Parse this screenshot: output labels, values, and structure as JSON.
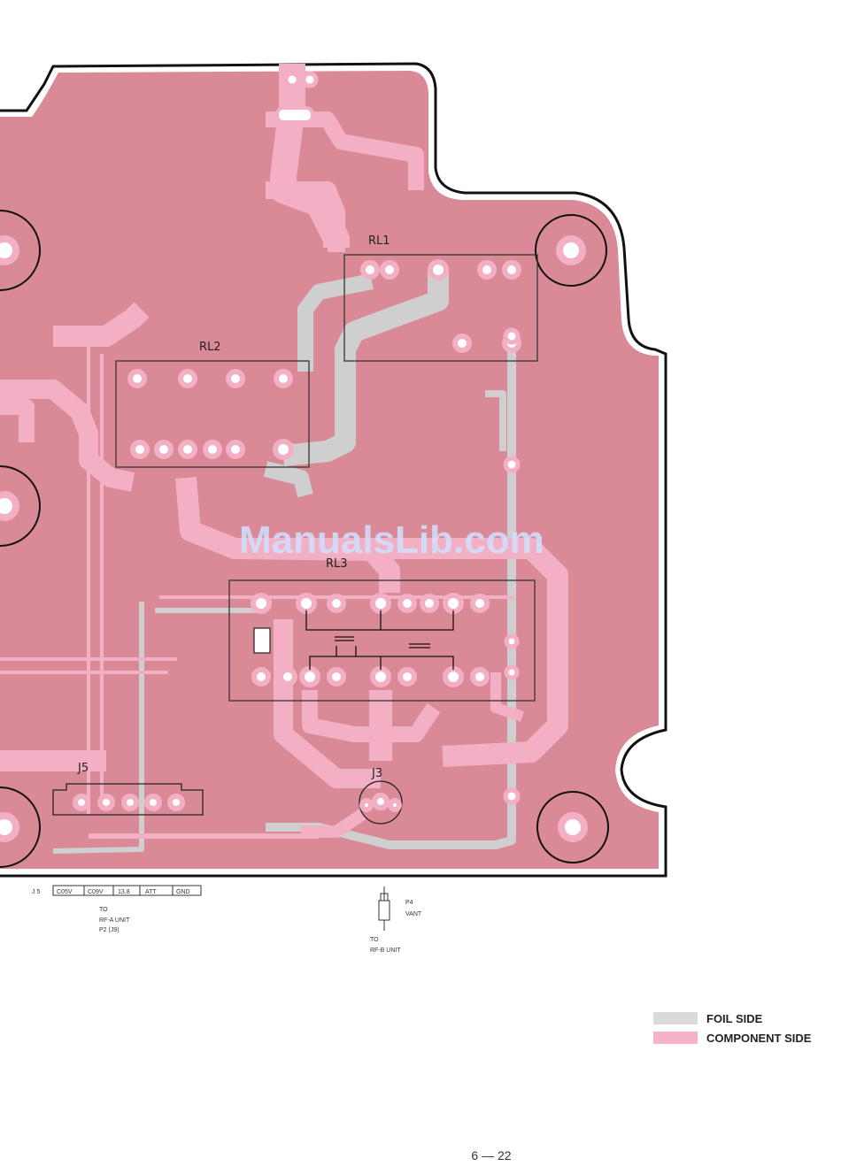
{
  "relays": {
    "rl1": "RL1",
    "rl2": "RL2",
    "rl3": "RL3"
  },
  "jacks": {
    "j3": "J3",
    "j5": "J5"
  },
  "watermark": "ManualsLib.com",
  "j5_pins": {
    "prefix": "J 5",
    "labels": [
      "C05V",
      "C09V",
      "13.8",
      "ATT",
      "GND"
    ]
  },
  "notes": {
    "to_a": "TO",
    "rf_a_unit": "RF-A UNIT",
    "p2": "P2 (J9)",
    "p4": "P4",
    "vant": "VANT",
    "to_b": "TO",
    "rf_b_unit": "RF-B UNIT"
  },
  "legend": {
    "foil": {
      "label": "FOIL SIDE",
      "color": "#d9d9d9"
    },
    "component": {
      "label": "COMPONENT SIDE",
      "color": "#f4b3c6"
    }
  },
  "board_colors": {
    "substrate": "#d98a96",
    "component": "#f3b0c4",
    "foil": "#cfcfcf"
  },
  "page_number": "6 — 22"
}
